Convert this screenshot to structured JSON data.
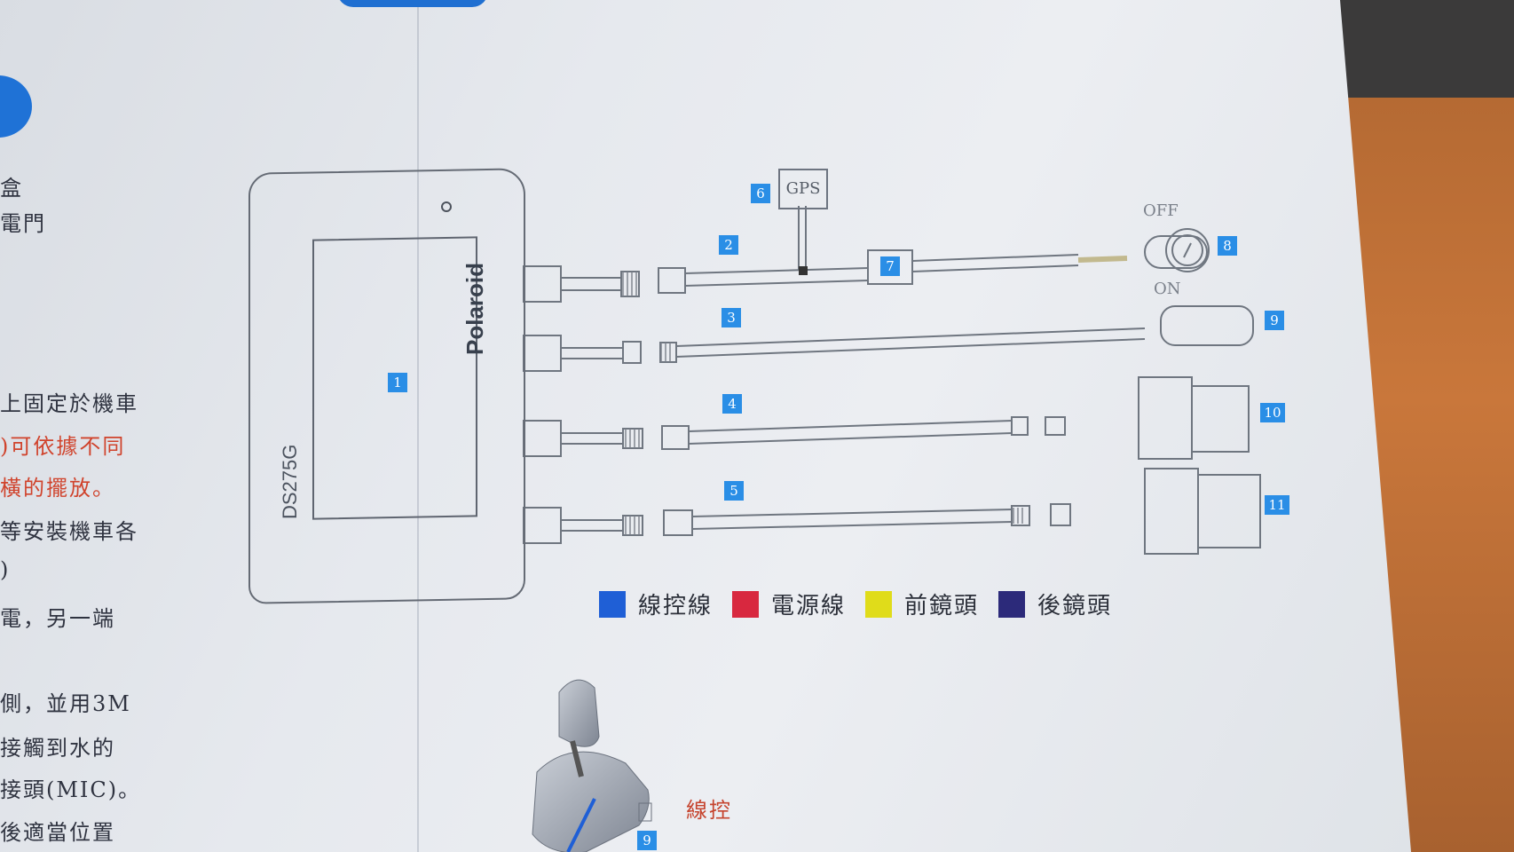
{
  "side_text": [
    {
      "text": "盒",
      "red": false
    },
    {
      "text": "電門",
      "red": false
    },
    {
      "text": "上固定於機車",
      "red": false
    },
    {
      "text": ")可依據不同",
      "red": true
    },
    {
      "text": "橫的擺放。",
      "red": true
    },
    {
      "text": "等安裝機車各",
      "red": false
    },
    {
      "text": ")",
      "red": false
    },
    {
      "text": "電，另一端",
      "red": false
    },
    {
      "text": "側，並用3M",
      "red": false
    },
    {
      "text": "接觸到水的",
      "red": false
    },
    {
      "text": "接頭(MIC)。",
      "red": false
    },
    {
      "text": "後適當位置",
      "red": false
    }
  ],
  "device": {
    "brand": "Polaroid",
    "model": "DS275G"
  },
  "diagram": {
    "gps_label": "GPS",
    "switch_off": "OFF",
    "switch_on": "ON",
    "labels": [
      "1",
      "2",
      "3",
      "4",
      "5",
      "6",
      "7",
      "8",
      "9",
      "10",
      "11"
    ]
  },
  "legend": [
    {
      "label": "線控線",
      "color": "#1f5fd6"
    },
    {
      "label": "電源線",
      "color": "#d8283f"
    },
    {
      "label": "前鏡頭",
      "color": "#e0dc1a"
    },
    {
      "label": "後鏡頭",
      "color": "#2c2a7a"
    }
  ],
  "bottom": {
    "wire_control": "線控",
    "callout": "9"
  },
  "colors": {
    "label_blue": "#2a8ee6",
    "brand_blue": "#1f72d6"
  }
}
